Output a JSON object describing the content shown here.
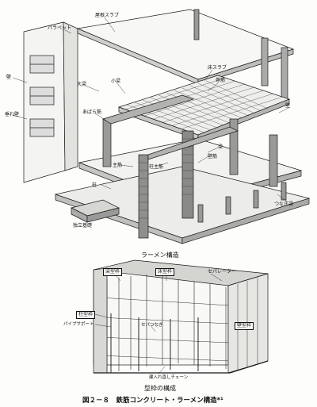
{
  "top_diagram": {
    "caption": "ラーメン構造",
    "labels": {
      "roof_slab": "屋根スラブ",
      "parapet": "パラペット",
      "wall": "壁",
      "beam_small": "小梁",
      "beam_large": "大梁",
      "floor_slab": "床スラブ",
      "hoop_band": "帯筋",
      "stirrup": "あばら筋",
      "column": "主筋",
      "hanging_wall": "垂れ壁",
      "pillar": "柱",
      "beam_upper": "梁",
      "column_main": "柱主筋",
      "wall_rebar": "壁筋",
      "connection": "つなぎ梁",
      "independent_footing": "独立基礎",
      "earth": "柱"
    }
  },
  "bottom_diagram": {
    "caption": "型枠の構成",
    "labels": {
      "beam_form": "梁型枠",
      "floor_form": "床型枠",
      "separator": "セパレーター",
      "column_form": "柱型枠",
      "pipe_support": "パイプサポート",
      "wall_form": "壁型枠",
      "form_tie": "セパつなぎ",
      "chain": "建入れ直しチェーン"
    }
  },
  "figure_caption": "図２－８　鉄筋コンクリート・ラーメン構造*¹"
}
